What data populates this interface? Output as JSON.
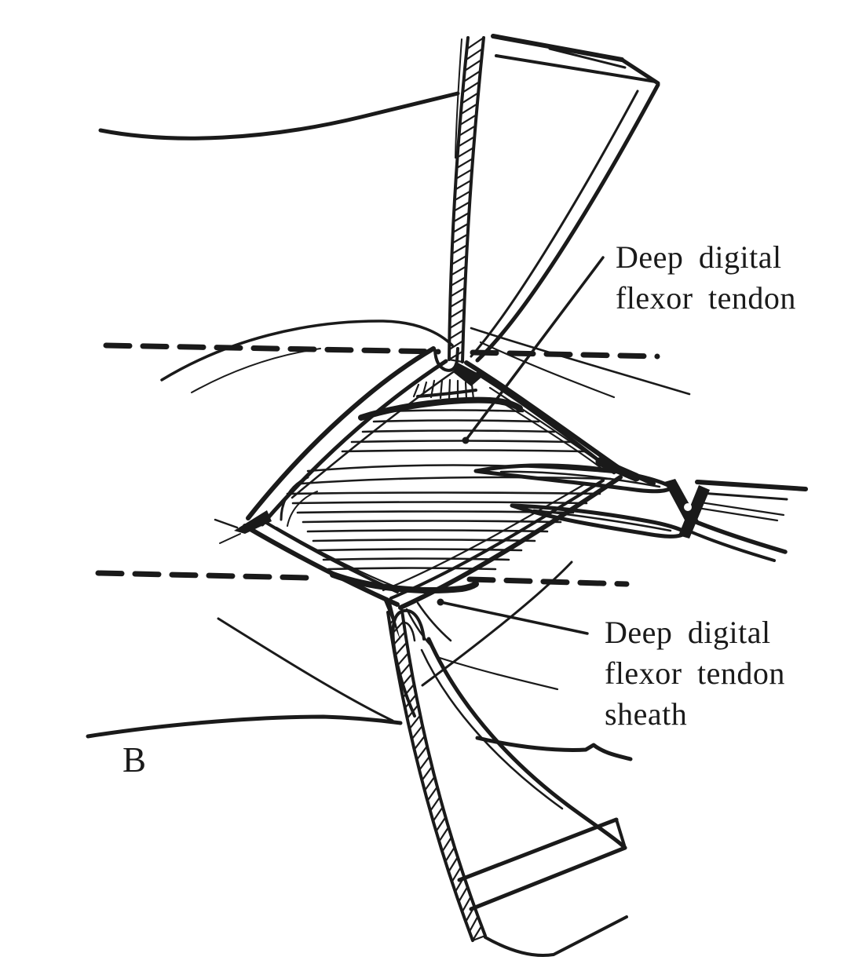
{
  "figure": {
    "panel_letter": "B",
    "annotations": {
      "tendon_label": "Deep digital\nflexor tendon",
      "sheath_label": "Deep digital\nflexor tendon\nsheath"
    },
    "colors": {
      "ink": "#1a1a1a",
      "paper": "#ffffff"
    }
  }
}
